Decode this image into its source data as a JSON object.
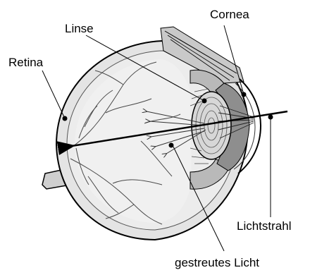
{
  "labels": {
    "cornea": "Cornea",
    "linse": "Linse",
    "retina": "Retina",
    "lichtstrahl": "Lichtstrahl",
    "gestreutes_licht": "gestreutes Licht"
  },
  "colors": {
    "outline": "#000000",
    "eyeball_fill": "#e4e4e4",
    "vitreous_fill": "#ececec",
    "retina_layer": "#d2d2d2",
    "anterior_chamber": "#8e8e8e",
    "lens_fill": "#d7d7d7",
    "muscle_fill": "#b9b9b9",
    "vessel": "#4a4a4a"
  }
}
